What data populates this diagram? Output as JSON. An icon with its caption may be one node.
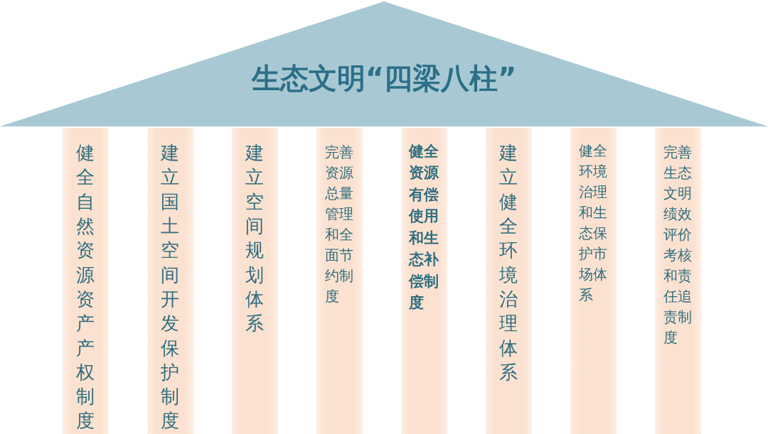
{
  "diagram": {
    "nodes": [
      {
        "text": [
          "生态文明“四梁八柱”"
        ]
      },
      {
        "text": [
          "健全自然资源资产产权制度"
        ]
      },
      {
        "text": [
          "建立国土空间开发保护制度"
        ]
      },
      {
        "text": [
          "建立空间规划体系"
        ]
      },
      {
        "text": [
          "完善资源总量管理和全面节约制度"
        ]
      },
      {
        "text": [
          "健全资源有偿使用和生态补偿制度"
        ]
      },
      {
        "text": [
          "建立健全环境治理体系"
        ]
      },
      {
        "text": [
          "健全环境治理和生态保护市场体系"
        ]
      },
      {
        "text": [
          "完善生态文明绩效评价考核和责任追责制度"
        ]
      }
    ],
    "edges": []
  }
}
